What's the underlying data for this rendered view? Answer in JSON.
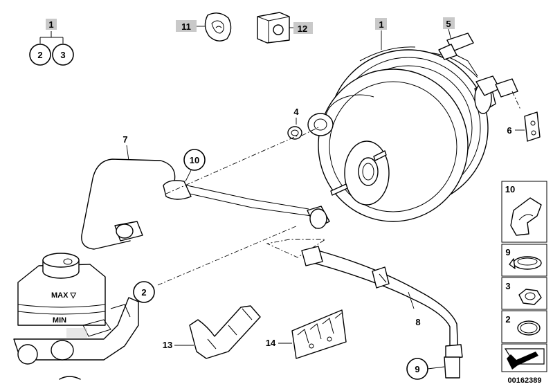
{
  "diagram": {
    "colors": {
      "line": "#000000",
      "background": "#ffffff",
      "label_tag": "#c9c9c9"
    },
    "header_group": {
      "main": "1",
      "subs": [
        "2",
        "3"
      ]
    },
    "top_labels": {
      "part11": "11",
      "part12": "12",
      "booster": "1",
      "bracket": "5"
    },
    "callouts": {
      "nut": "4",
      "bracket_clip": "6",
      "brake_line": "7",
      "clip10": "10",
      "seal2": "2",
      "vacuum_hose": "8",
      "clamp9": "9",
      "holder13": "13",
      "holder14": "14"
    },
    "legend": [
      {
        "num": "10",
        "icon": "clip-icon"
      },
      {
        "num": "9",
        "icon": "hose-clamp-icon"
      },
      {
        "num": "3",
        "icon": "hex-nut-icon"
      },
      {
        "num": "2",
        "icon": "o-ring-icon"
      },
      {
        "num": "",
        "icon": "arrow-sheet-icon"
      }
    ],
    "diagram_number": "00162389"
  }
}
